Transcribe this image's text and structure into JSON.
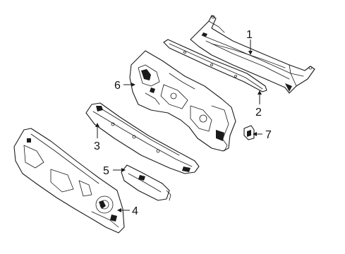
{
  "callouts": [
    {
      "id": "1",
      "label": "1"
    },
    {
      "id": "2",
      "label": "2"
    },
    {
      "id": "3",
      "label": "3"
    },
    {
      "id": "4",
      "label": "4"
    },
    {
      "id": "5",
      "label": "5"
    },
    {
      "id": "6",
      "label": "6"
    },
    {
      "id": "7",
      "label": "7"
    }
  ],
  "colors": {
    "line": "#1a1a1a",
    "background": "#ffffff"
  }
}
